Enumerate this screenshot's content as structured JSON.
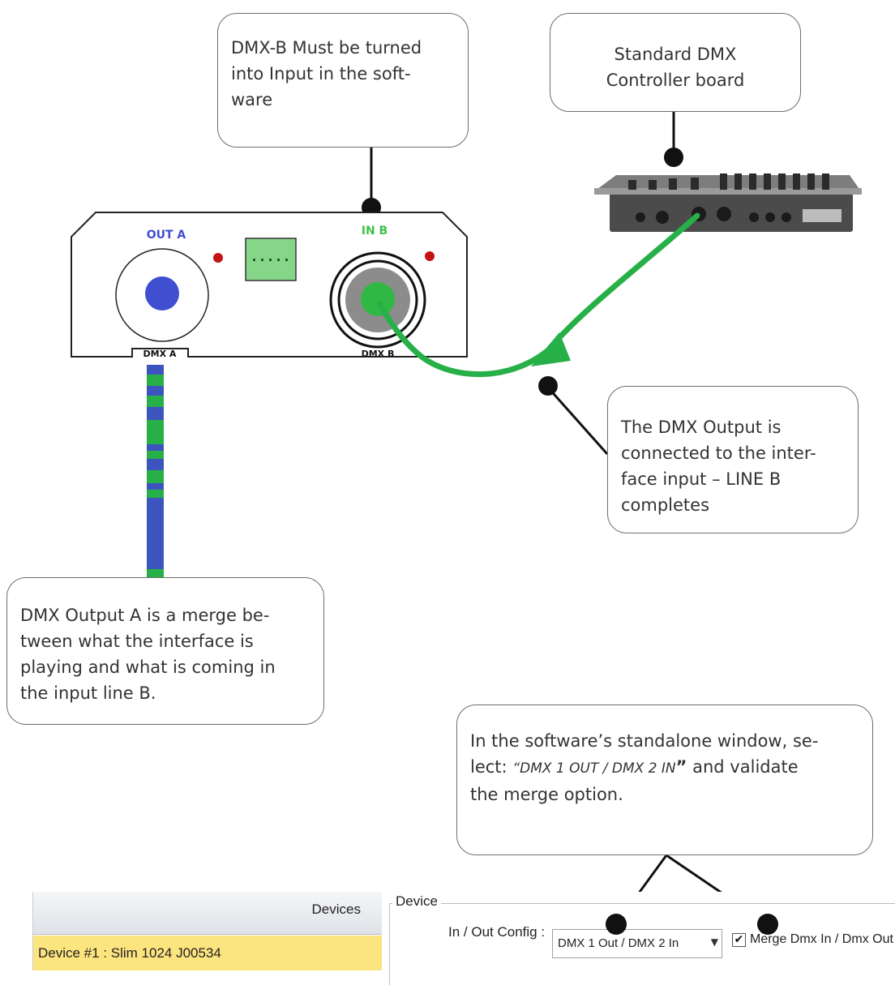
{
  "callouts": {
    "top_left": [
      "DMX-B Must be turned",
      "into Input in the soft-",
      "ware"
    ],
    "top_right": [
      "Standard DMX",
      "Controller board"
    ],
    "mid_right": [
      "The DMX Output is",
      "connected to the inter-",
      "face input – LINE B",
      "completes"
    ],
    "left": [
      "DMX Output A is a merge be-",
      "tween what the interface is",
      "playing and what is coming in",
      "the input line B."
    ],
    "bottom": {
      "line1": "In the software’s standalone window, se-",
      "line2_prefix": "lect: ",
      "line2_quote": "“DMX 1 OUT / DMX 2 IN",
      "line2_close": "”",
      "line2_suffix": " and validate",
      "line3": "the merge option."
    }
  },
  "device_panel": {
    "out_label": "OUT A",
    "in_label": "IN B",
    "port_a_label": "DMX A",
    "port_b_label": "DMX B"
  },
  "software": {
    "devices_title": "Devices",
    "device_row": "Device #1 : Slim 1024 J00534",
    "group_label": "Device",
    "config_label": "In / Out Config :",
    "config_value": "DMX 1 Out / DMX 2 In",
    "merge_label": "Merge Dmx In / Dmx Out",
    "merge_checked": true
  },
  "colors": {
    "out_blue": "#3f4fd0",
    "in_green": "#3dc14a",
    "cable_green": "#27b047",
    "cable_blue": "#3d54bf",
    "led_red": "#c41414",
    "device_row_highlight": "#fce47f"
  }
}
